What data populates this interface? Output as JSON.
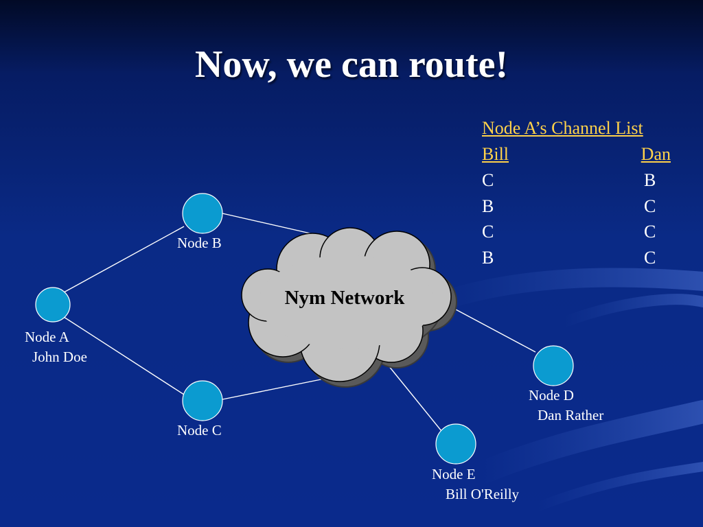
{
  "slide": {
    "title": "Now, we can route!"
  },
  "diagram": {
    "cloud_label": "Nym Network",
    "nodes": [
      {
        "id": "node-b",
        "name": "Node B",
        "person": ""
      },
      {
        "id": "node-a",
        "name": "Node A",
        "person": "John Doe"
      },
      {
        "id": "node-c",
        "name": "Node C",
        "person": ""
      },
      {
        "id": "node-d",
        "name": "Node D",
        "person": "Dan Rather"
      },
      {
        "id": "node-e",
        "name": "Node E",
        "person": "Bill O'Reilly"
      }
    ],
    "edges": [
      [
        "node-a",
        "node-b"
      ],
      [
        "node-a",
        "node-c"
      ],
      [
        "node-b",
        "cloud"
      ],
      [
        "node-c",
        "cloud"
      ],
      [
        "cloud",
        "node-d"
      ],
      [
        "cloud",
        "node-e"
      ]
    ],
    "colors": {
      "node_fill": "#0b9bd0",
      "cloud_fill": "#c3c3c3",
      "link": "#ffffff",
      "accent_text": "#ffd24a"
    }
  },
  "channel_list": {
    "title": "Node A’s Channel List",
    "col1": "Bill",
    "col2": "Dan",
    "rows": [
      {
        "bill": "C",
        "dan": "B"
      },
      {
        "bill": "B",
        "dan": "C"
      },
      {
        "bill": "C",
        "dan": "C"
      },
      {
        "bill": "B",
        "dan": "C"
      }
    ]
  }
}
